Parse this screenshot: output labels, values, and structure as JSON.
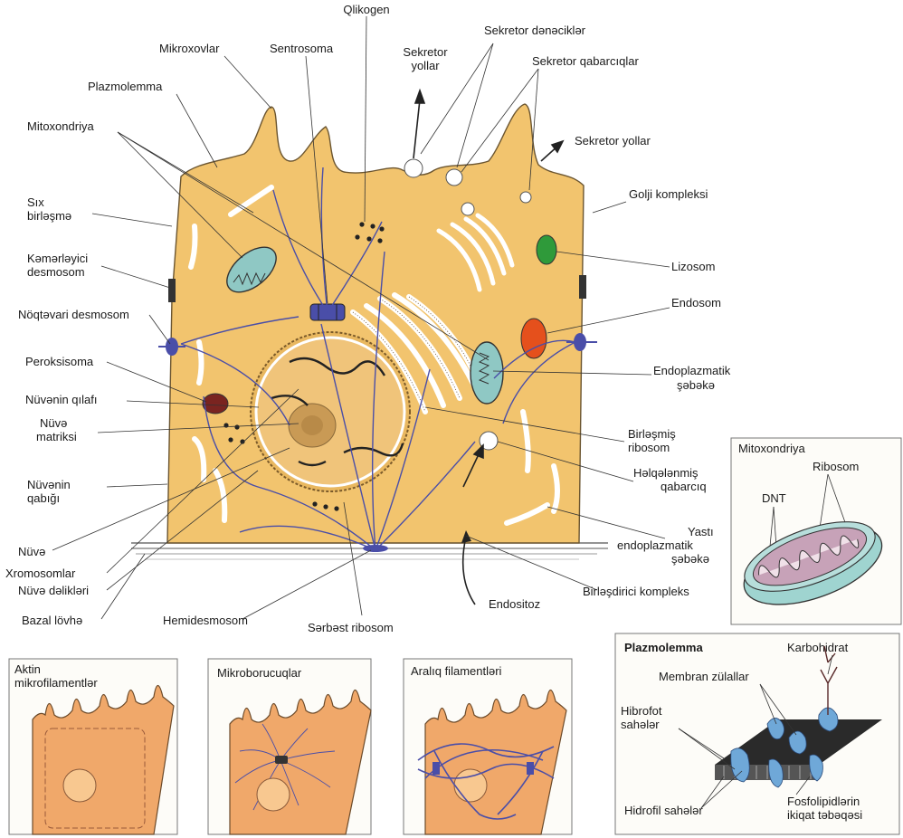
{
  "main": {
    "labels": {
      "qlikogen": "Qlikogen",
      "mikroxovlar": "Mikroxovlar",
      "sentrosoma": "Sentrosoma",
      "sekretor_yollar_1": [
        "Sekretor",
        "yollar"
      ],
      "sekretor_denecikler": "Sekretor dənəciklər",
      "sekretor_qabarciqlar": "Sekretor qabarcıqlar",
      "plazmolemma": "Plazmolemma",
      "sekretor_yollar_2": "Sekretor yollar",
      "mitoxondriya": "Mitoxondriya",
      "six_birlesme": [
        "Sıx",
        "birləşmə"
      ],
      "golji": "Golji kompleksi",
      "kemerleyici": [
        "Kəmərləyici",
        "desmosom"
      ],
      "lizosom": "Lizosom",
      "endosom": "Endosom",
      "noqtevari": "Nöqtəvari desmosom",
      "peroksisoma": "Peroksisoma",
      "endoplazmatik": [
        "Endoplazmatik",
        "şəbəkə"
      ],
      "nuve_qilafi": "Nüvənin qılafı",
      "nuve_matriksi": [
        "Nüvə",
        "matriksi"
      ],
      "birlesmis_ribosom": [
        "Birləşmiş",
        "ribosom"
      ],
      "helqelenmis": [
        "Həlqələnmiş",
        "qabarcıq"
      ],
      "nuve_qabigi": [
        "Nüvənin",
        "qabığı"
      ],
      "yasti": [
        "Yastı",
        "endoplazmatik",
        "şəbəkə"
      ],
      "nuve": "Nüvə",
      "xromosomlar": "Xromosomlar",
      "nuve_delikleri": "Nüvə dəlikləri",
      "birlesdirici": "Birləşdirici kompleks",
      "endositoz": "Endositoz",
      "bazal_lovhe": "Bazal lövhə",
      "hemidesmosom": "Hemidesmosom",
      "serbest_ribosom": "Sərbəst ribosom"
    }
  },
  "mito_inset": {
    "title": "Mitoxondriya",
    "ribosom": "Ribosom",
    "dnt": "DNT"
  },
  "bottom_panels": {
    "aktin": [
      "Aktin",
      "mikrofilamentlər"
    ],
    "mikroborucuqlar": "Mikroborucuqlar",
    "araliq": "Aralıq filamentləri"
  },
  "plazmolemma_inset": {
    "title": "Plazmolemma",
    "karbohidrat": "Karbohidrat",
    "membran": "Membran  zülallar",
    "hibrofot": [
      "Hibrofot",
      "sahələr"
    ],
    "hidrofil": "Hidrofil sahələr",
    "fosfolipid": [
      "Fosfolipidlərin",
      "ikiqat təbəqəsi"
    ]
  },
  "colors": {
    "cytoplasm": "#f2c46e",
    "cell_outline": "#6b5530",
    "filament": "#4a4ea8",
    "mito_fill": "#8fc8c4",
    "lysosome": "#2f9a3a",
    "endosome": "#e5501c",
    "peroxisome": "#7a2420",
    "panel_cell": "#f0a86a",
    "membrane_protein": "#6fa8d8"
  }
}
